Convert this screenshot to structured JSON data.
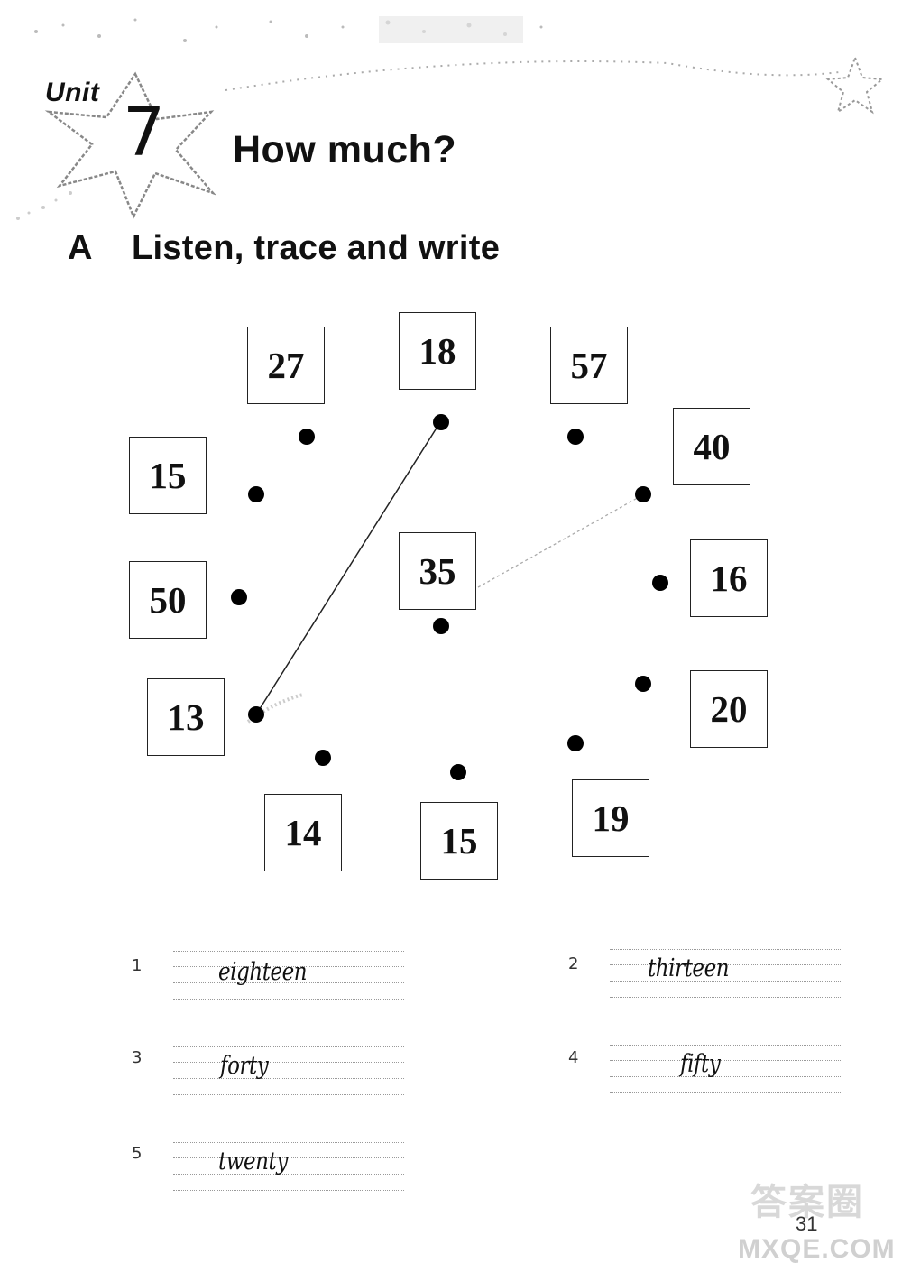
{
  "header": {
    "unit_label": "Unit",
    "unit_number": "7",
    "title": "How much?"
  },
  "section": {
    "letter": "A",
    "title": "Listen, trace and write"
  },
  "number_boxes": [
    "27",
    "18",
    "57",
    "40",
    "15",
    "50",
    "35",
    "16",
    "13",
    "20",
    "14",
    "15",
    "19"
  ],
  "exercises": [
    {
      "number": "1",
      "answer": "eighteen"
    },
    {
      "number": "2",
      "answer": "thirteen"
    },
    {
      "number": "3",
      "answer": "forty"
    },
    {
      "number": "4",
      "answer": "fifty"
    },
    {
      "number": "5",
      "answer": "twenty"
    }
  ],
  "page_number": "31",
  "watermark": {
    "top": "答案圈",
    "bottom": "MXQE.COM"
  }
}
